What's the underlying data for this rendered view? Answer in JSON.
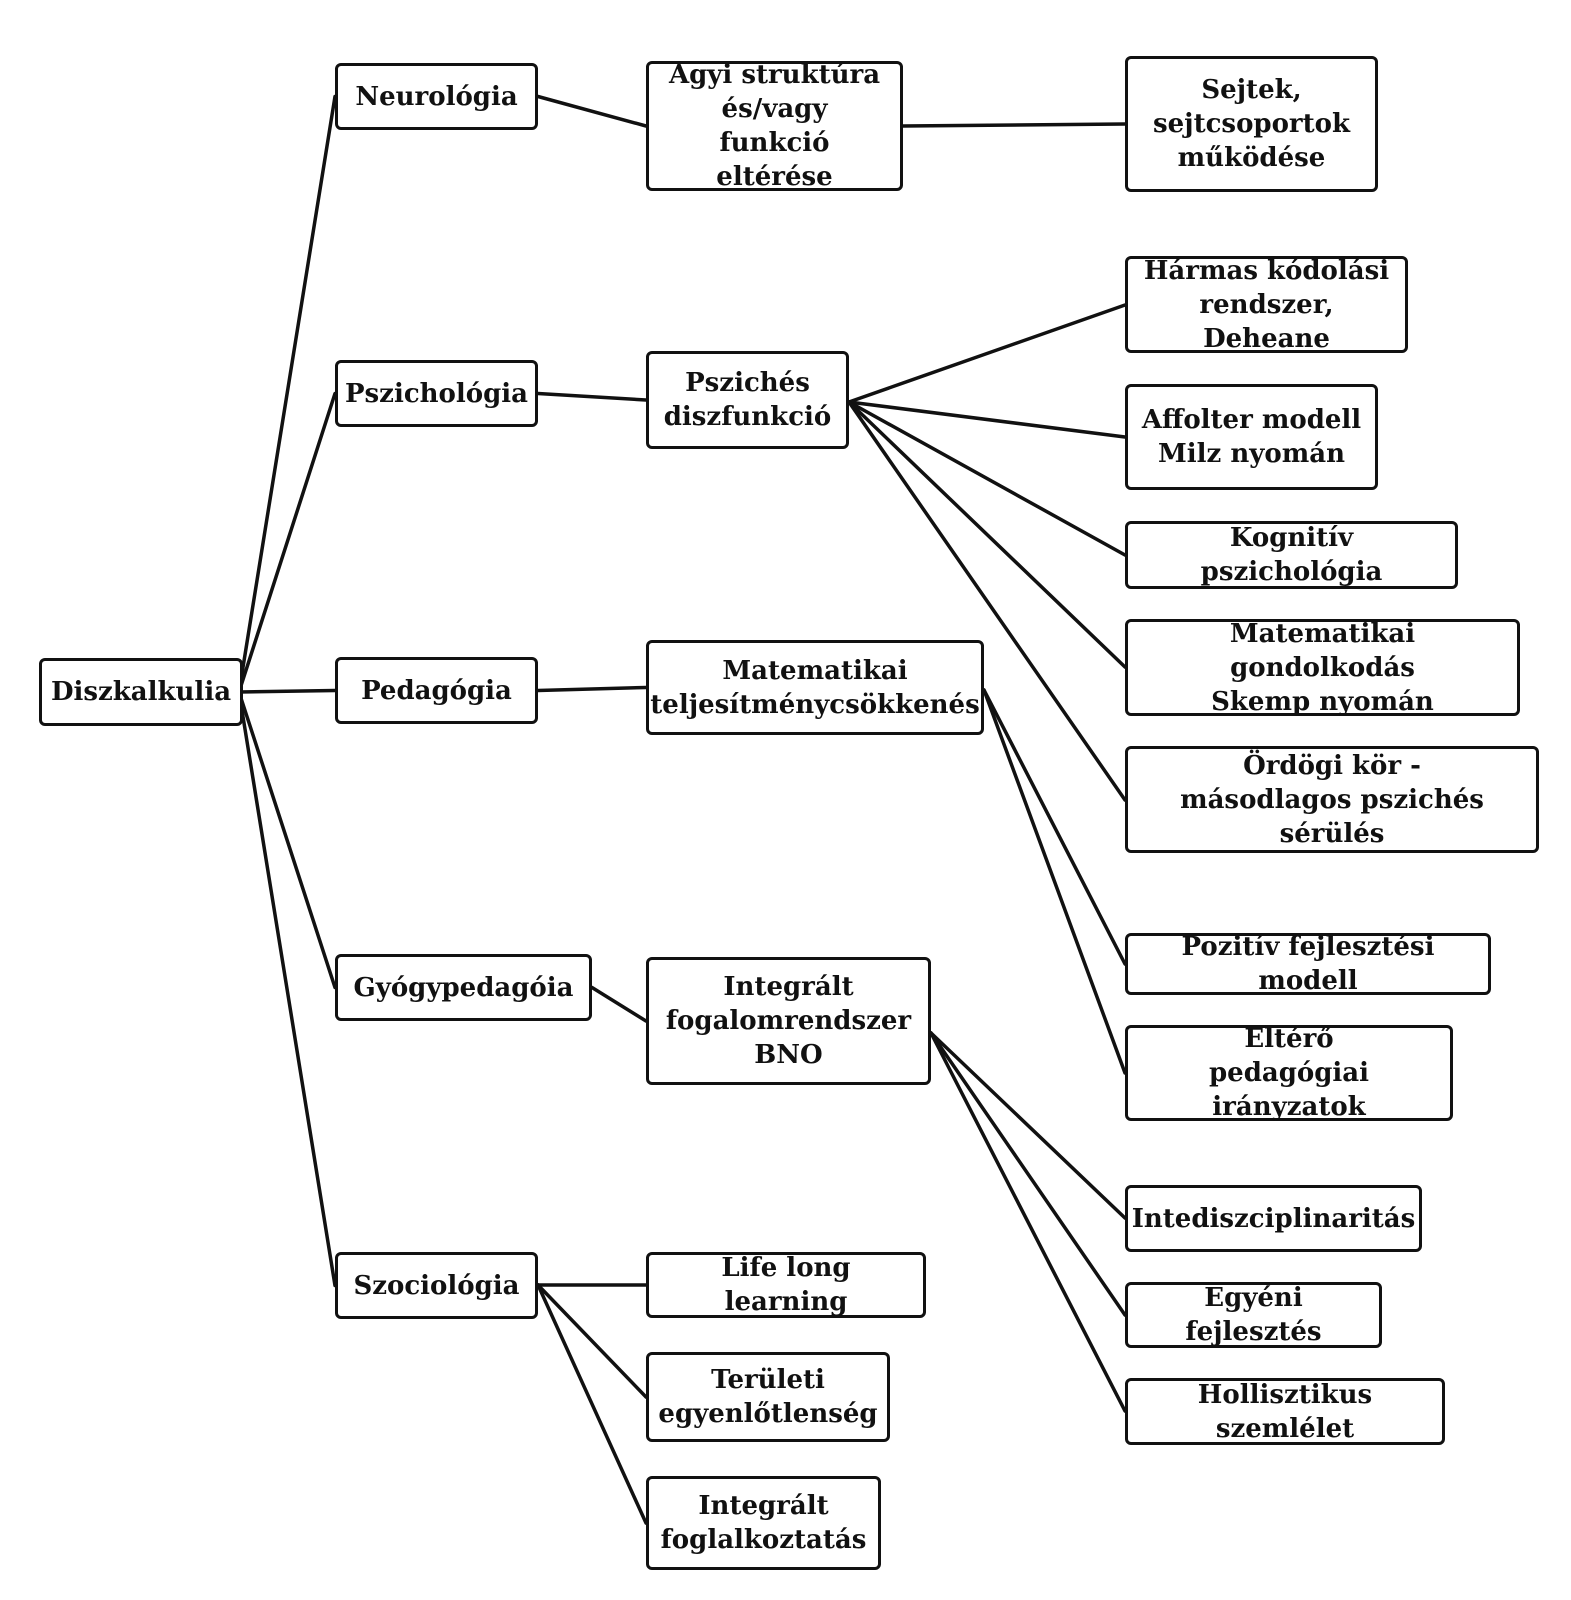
{
  "diagram": {
    "nodes": {
      "root": "Diszkalkulia",
      "neurologia": "Neurológia",
      "pszichologia": "Pszichológia",
      "pedagogia": "Pedagógia",
      "gyogypedagogia": "Gyógypedagóia",
      "szociologia": "Szociológia",
      "agyi": "Agyi struktúra\nés/vagy\nfunkció eltérése",
      "sejtek": "Sejtek,\nsejtcsoportok\nműködése",
      "pszichesdisz": "Pszichés\ndiszfunkció",
      "harmas": "Hármas kódolási\nrendszer, Deheane",
      "affolter": "Affolter modell\nMilz nyomán",
      "kognitiv": "Kognitív pszichológia",
      "matgond": "Matematikai gondolkodás\nSkemp nyomán",
      "ordogi": "Ördögi kör -\nmásodlagos pszichés sérülés",
      "matteljes": "Matematikai\nteljesítménycsökkenés",
      "pozitiv": "Pozitív fejlesztési modell",
      "eltero": "Eltérő\npedagógiai irányzatok",
      "integralt": "Integrált\nfogalomrendszer\nBNO",
      "intediszc": "Intediszciplinaritás",
      "egyeni": "Egyéni fejlesztés",
      "hollisztikus": "Hollisztikus szemlélet",
      "lifelong": "Life long learning",
      "teruleti": "Területi\negyenlőtlenség",
      "foglalkoztatas": "Integrált\nfoglalkoztatás"
    },
    "edges": [
      [
        "root",
        "neurologia"
      ],
      [
        "root",
        "pszichologia"
      ],
      [
        "root",
        "pedagogia"
      ],
      [
        "root",
        "gyogypedagogia"
      ],
      [
        "root",
        "szociologia"
      ],
      [
        "neurologia",
        "agyi"
      ],
      [
        "agyi",
        "sejtek"
      ],
      [
        "pszichologia",
        "pszichesdisz"
      ],
      [
        "pszichesdisz",
        "harmas"
      ],
      [
        "pszichesdisz",
        "affolter"
      ],
      [
        "pszichesdisz",
        "kognitiv"
      ],
      [
        "pszichesdisz",
        "matgond"
      ],
      [
        "pszichesdisz",
        "ordogi"
      ],
      [
        "pedagogia",
        "matteljes"
      ],
      [
        "matteljes",
        "pozitiv"
      ],
      [
        "matteljes",
        "eltero"
      ],
      [
        "gyogypedagogia",
        "integralt"
      ],
      [
        "integralt",
        "intediszc"
      ],
      [
        "integralt",
        "egyeni"
      ],
      [
        "integralt",
        "hollisztikus"
      ],
      [
        "szociologia",
        "lifelong"
      ],
      [
        "szociologia",
        "teruleti"
      ],
      [
        "szociologia",
        "foglalkoztatas"
      ]
    ]
  }
}
